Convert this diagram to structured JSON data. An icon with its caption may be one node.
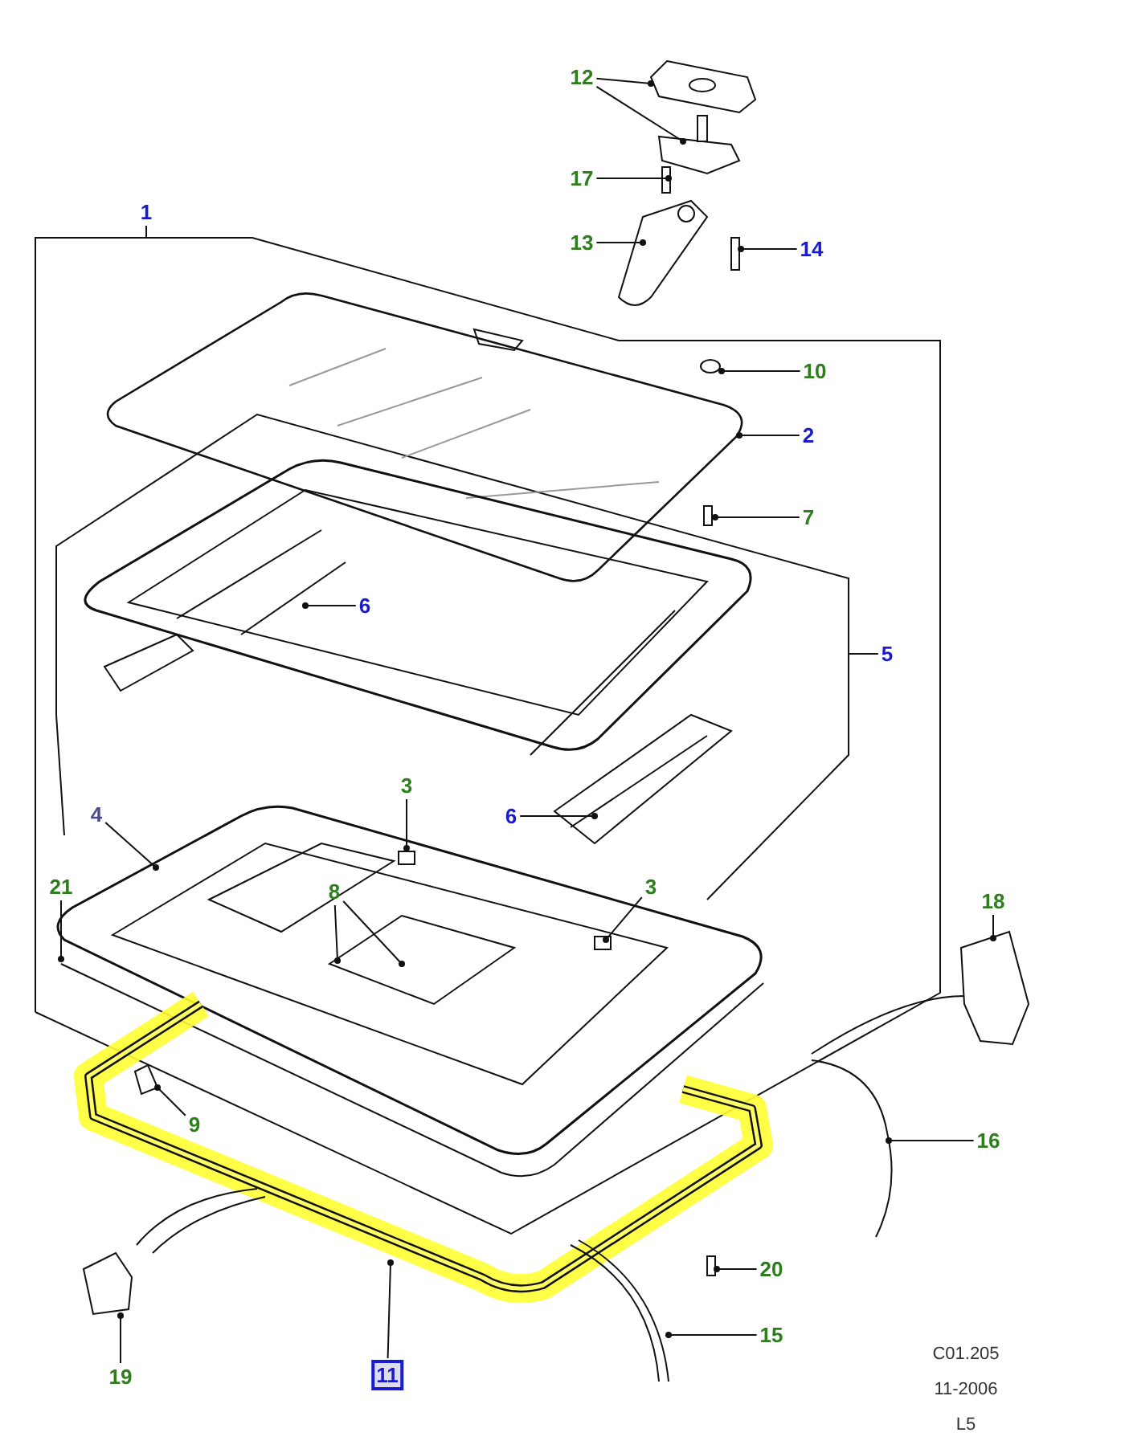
{
  "diagram": {
    "nodes": [
      {
        "text": [
          "12"
        ]
      },
      {
        "text": [
          "17"
        ]
      },
      {
        "text": [
          "13"
        ]
      },
      {
        "text": [
          "14"
        ]
      },
      {
        "text": [
          "1"
        ]
      },
      {
        "text": [
          "10"
        ]
      },
      {
        "text": [
          "2"
        ]
      },
      {
        "text": [
          "7"
        ]
      },
      {
        "text": [
          "6"
        ]
      },
      {
        "text": [
          "5"
        ]
      },
      {
        "text": [
          "3"
        ]
      },
      {
        "text": [
          "4"
        ]
      },
      {
        "text": [
          "6"
        ]
      },
      {
        "text": [
          "21"
        ]
      },
      {
        "text": [
          "8"
        ]
      },
      {
        "text": [
          "3"
        ]
      },
      {
        "text": [
          "18"
        ]
      },
      {
        "text": [
          "9"
        ]
      },
      {
        "text": [
          "16"
        ]
      },
      {
        "text": [
          "20"
        ]
      },
      {
        "text": [
          "15"
        ]
      },
      {
        "text": [
          "19"
        ]
      },
      {
        "text": [
          "11"
        ]
      }
    ],
    "edges": [
      {
        "from": 0,
        "to": null,
        "arrow": "other"
      },
      {
        "from": 0,
        "to": null,
        "arrow": "other"
      },
      {
        "from": 1,
        "to": null,
        "arrow": "other"
      },
      {
        "from": 2,
        "to": null,
        "arrow": "other"
      },
      {
        "from": 3,
        "to": null,
        "arrow": "other"
      },
      {
        "from": 4,
        "to": null,
        "arrow": "none"
      },
      {
        "from": 5,
        "to": null,
        "arrow": "other"
      },
      {
        "from": 6,
        "to": null,
        "arrow": "other"
      },
      {
        "from": 7,
        "to": null,
        "arrow": "other"
      },
      {
        "from": 8,
        "to": null,
        "arrow": "other"
      },
      {
        "from": 9,
        "to": null,
        "arrow": "none"
      },
      {
        "from": 10,
        "to": null,
        "arrow": "other"
      },
      {
        "from": 11,
        "to": null,
        "arrow": "other"
      },
      {
        "from": 12,
        "to": null,
        "arrow": "other"
      },
      {
        "from": 13,
        "to": null,
        "arrow": "other"
      },
      {
        "from": 14,
        "to": null,
        "arrow": "other"
      },
      {
        "from": 14,
        "to": null,
        "arrow": "other"
      },
      {
        "from": 15,
        "to": null,
        "arrow": "other"
      },
      {
        "from": 16,
        "to": null,
        "arrow": "other"
      },
      {
        "from": 17,
        "to": null,
        "arrow": "other"
      },
      {
        "from": 18,
        "to": null,
        "arrow": "other"
      },
      {
        "from": 19,
        "to": null,
        "arrow": "other"
      },
      {
        "from": 20,
        "to": null,
        "arrow": "other"
      },
      {
        "from": 21,
        "to": null,
        "arrow": "other"
      },
      {
        "from": 22,
        "to": null,
        "arrow": "other"
      }
    ],
    "labels": [
      "C01.205",
      "11-2006",
      "L5"
    ]
  }
}
